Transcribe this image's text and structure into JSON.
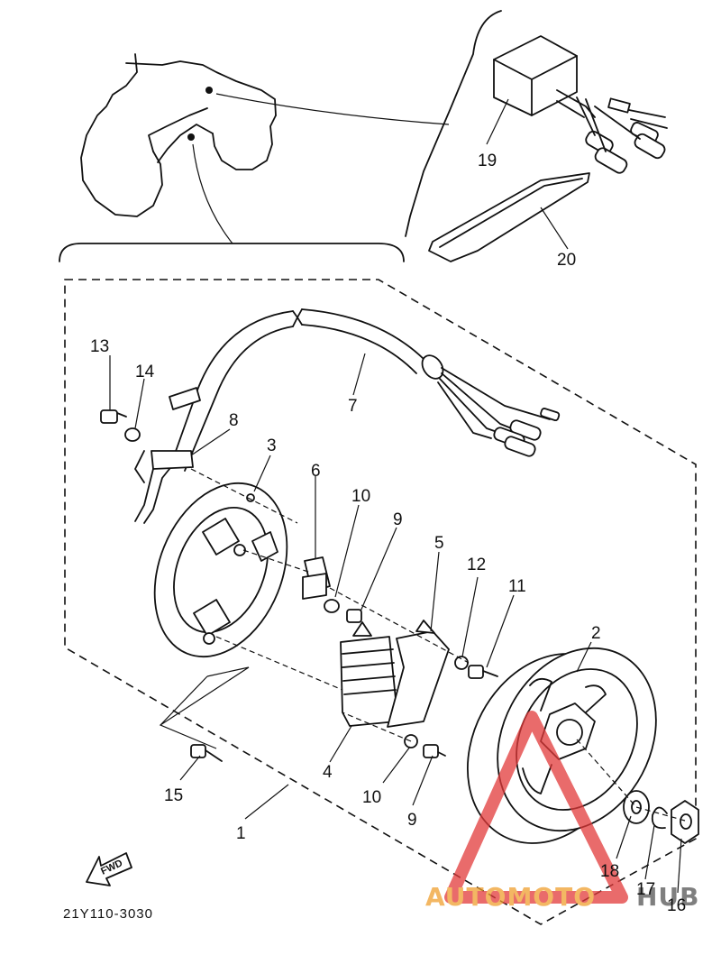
{
  "drawing_code": "21Y110-3030",
  "fwd_label": "FWD",
  "callouts": [
    {
      "id": "c1",
      "text": "1"
    },
    {
      "id": "c2",
      "text": "2"
    },
    {
      "id": "c3",
      "text": "3"
    },
    {
      "id": "c4",
      "text": "4"
    },
    {
      "id": "c5",
      "text": "5"
    },
    {
      "id": "c6",
      "text": "6"
    },
    {
      "id": "c7",
      "text": "7"
    },
    {
      "id": "c8",
      "text": "8"
    },
    {
      "id": "c9a",
      "text": "9"
    },
    {
      "id": "c9b",
      "text": "9"
    },
    {
      "id": "c10a",
      "text": "10"
    },
    {
      "id": "c10b",
      "text": "10"
    },
    {
      "id": "c11",
      "text": "11"
    },
    {
      "id": "c12",
      "text": "12"
    },
    {
      "id": "c13",
      "text": "13"
    },
    {
      "id": "c14",
      "text": "14"
    },
    {
      "id": "c15",
      "text": "15"
    },
    {
      "id": "c16",
      "text": "16"
    },
    {
      "id": "c17",
      "text": "17"
    },
    {
      "id": "c18",
      "text": "18"
    },
    {
      "id": "c19",
      "text": "19"
    },
    {
      "id": "c20",
      "text": "20"
    }
  ],
  "watermark": {
    "part_a": "AUTOMOTO",
    "part_b": "HUB",
    "colors": {
      "triangle": "#e23a3a",
      "text_a": "#f0a030",
      "text_b": "#555555"
    }
  }
}
